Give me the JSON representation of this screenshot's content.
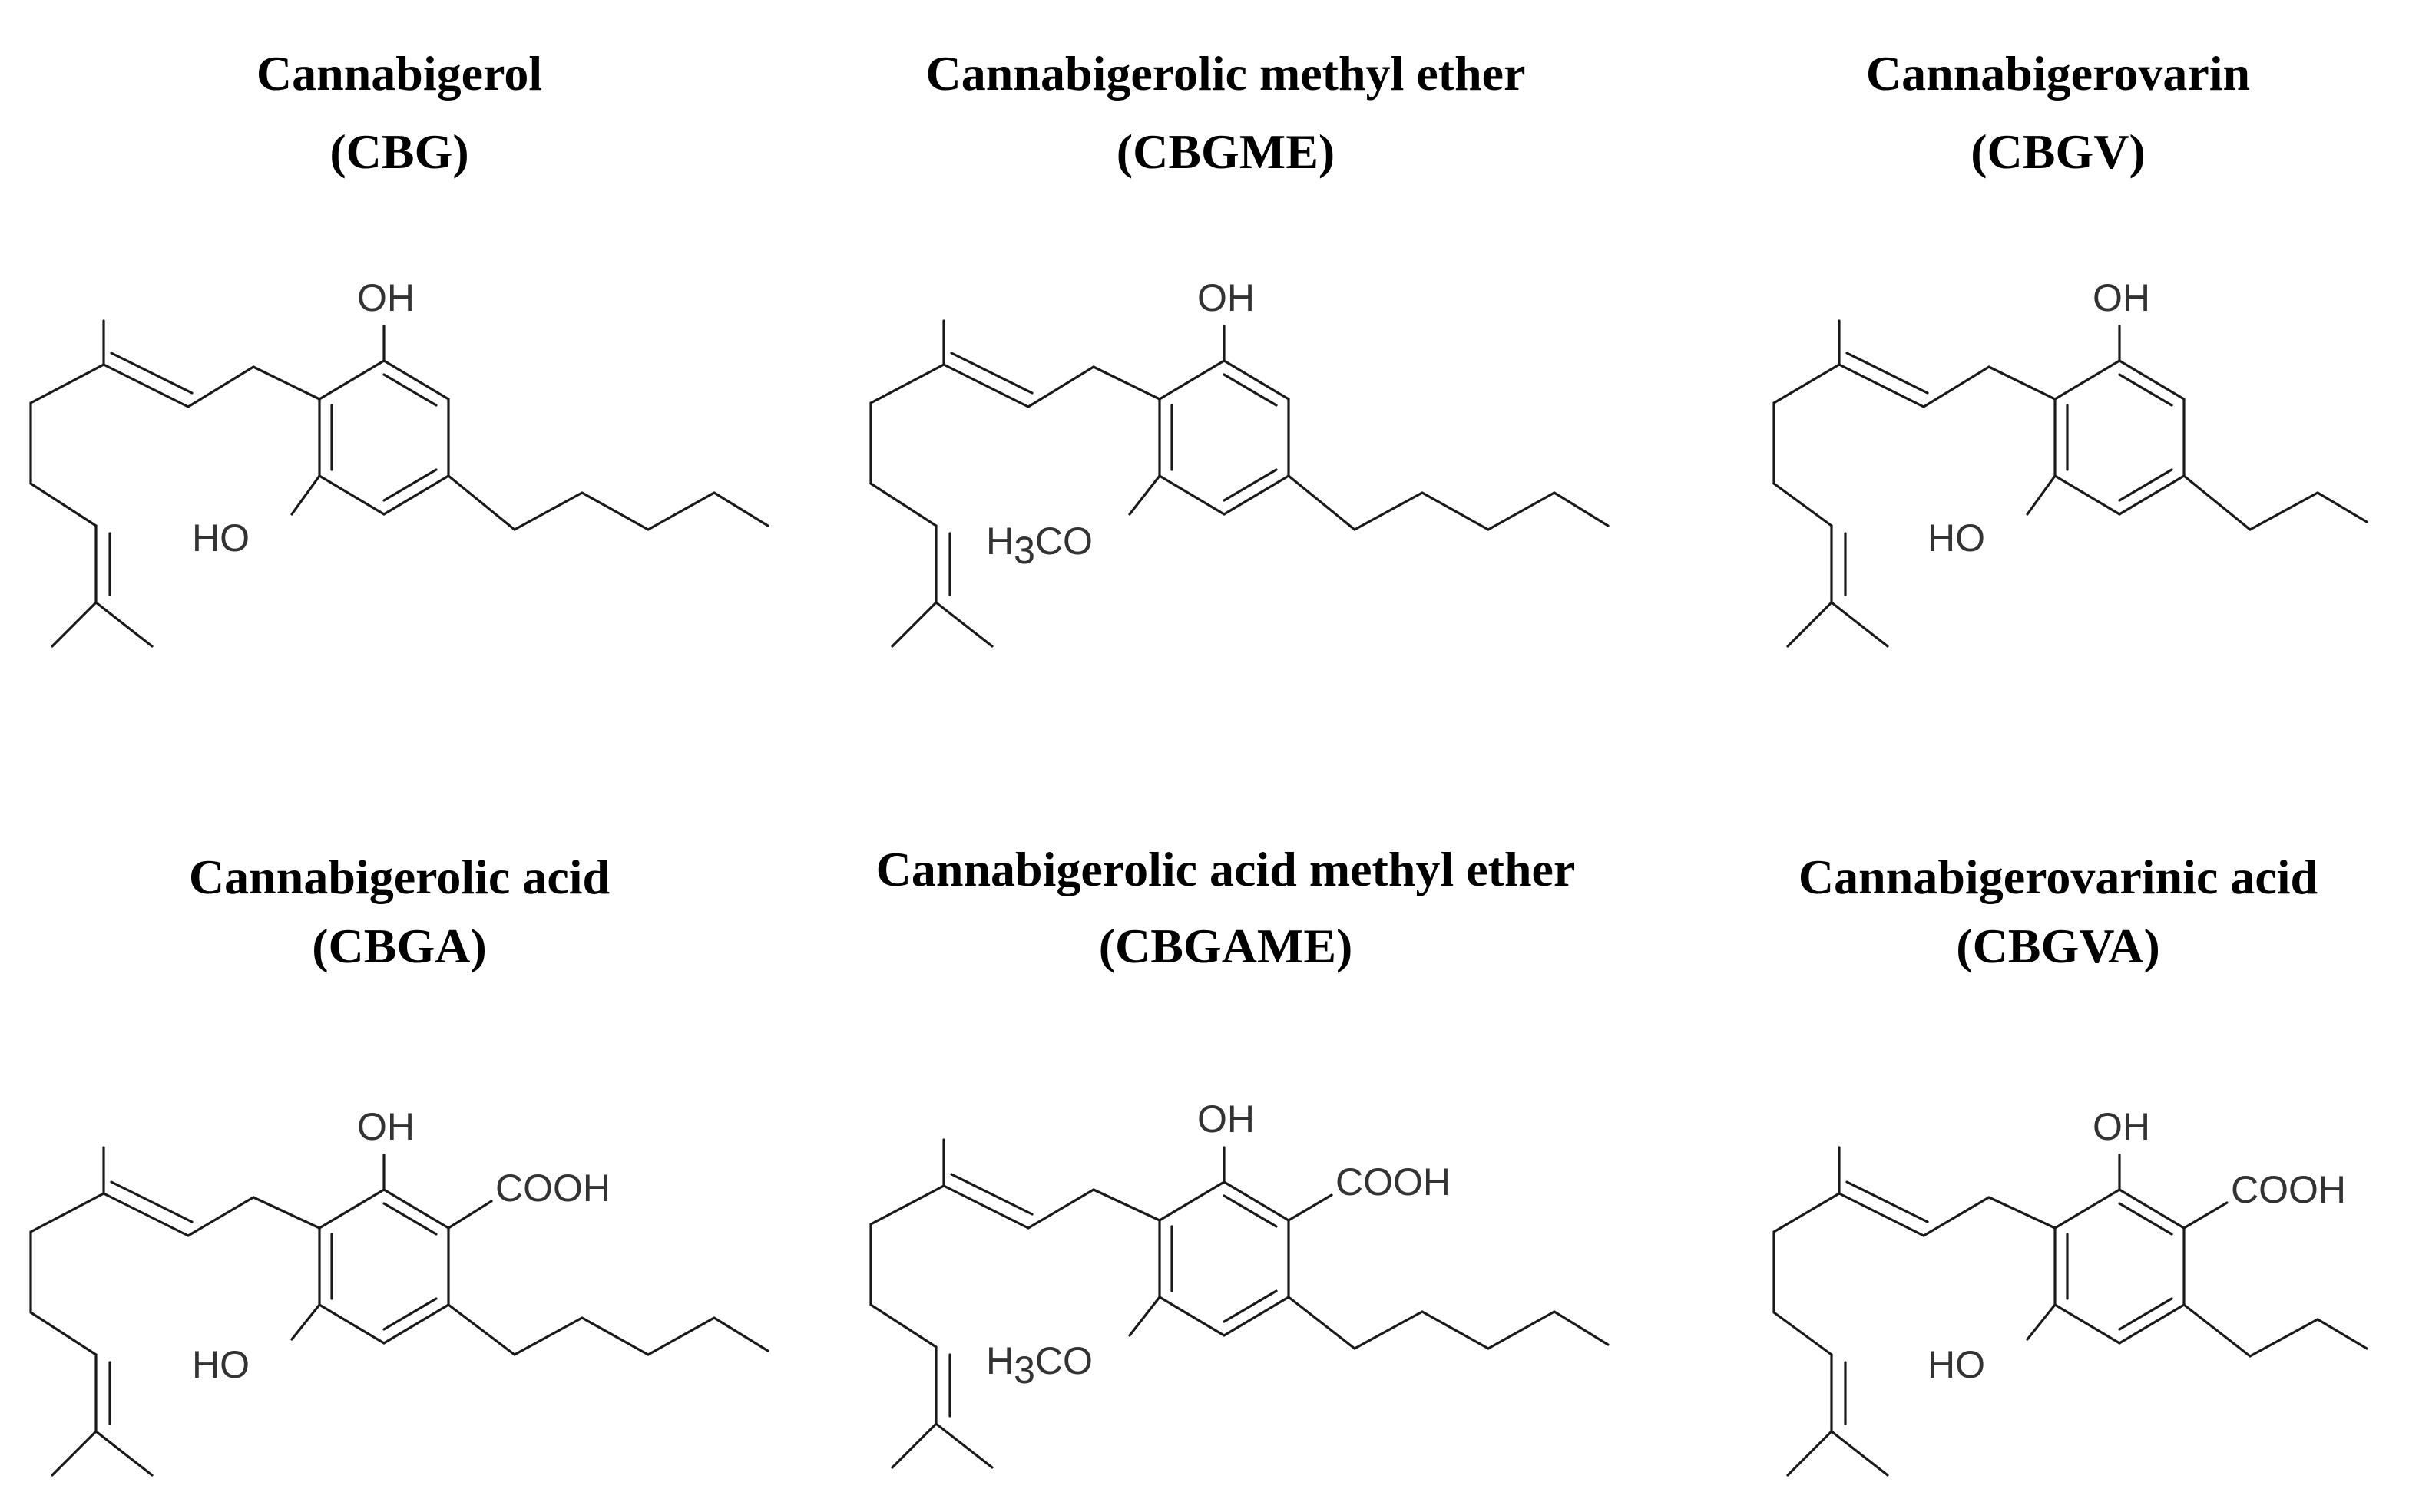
{
  "compounds": [
    {
      "name": "Cannabigerol",
      "abbr": "(CBG)",
      "labels": {
        "oh": "OH",
        "ho": "HO"
      }
    },
    {
      "name": "Cannabigerolic methyl ether",
      "abbr": "(CBGME)",
      "labels": {
        "oh": "OH",
        "h": "H",
        "three": "3",
        "co": "CO"
      }
    },
    {
      "name": "Cannabigerovarin",
      "abbr": "(CBGV)",
      "labels": {
        "oh": "OH",
        "ho": "HO"
      }
    },
    {
      "name": "Cannabigerolic acid",
      "abbr": "(CBGA)",
      "labels": {
        "oh": "OH",
        "ho": "HO",
        "cooh": "COOH"
      }
    },
    {
      "name": "Cannabigerolic acid methyl ether",
      "abbr": "(CBGAME)",
      "labels": {
        "oh": "OH",
        "h": "H",
        "three": "3",
        "co": "CO",
        "cooh": "COOH"
      }
    },
    {
      "name": "Cannabigerovarinic acid",
      "abbr": "(CBGVA)",
      "labels": {
        "oh": "OH",
        "ho": "HO",
        "cooh": "COOH"
      }
    }
  ]
}
